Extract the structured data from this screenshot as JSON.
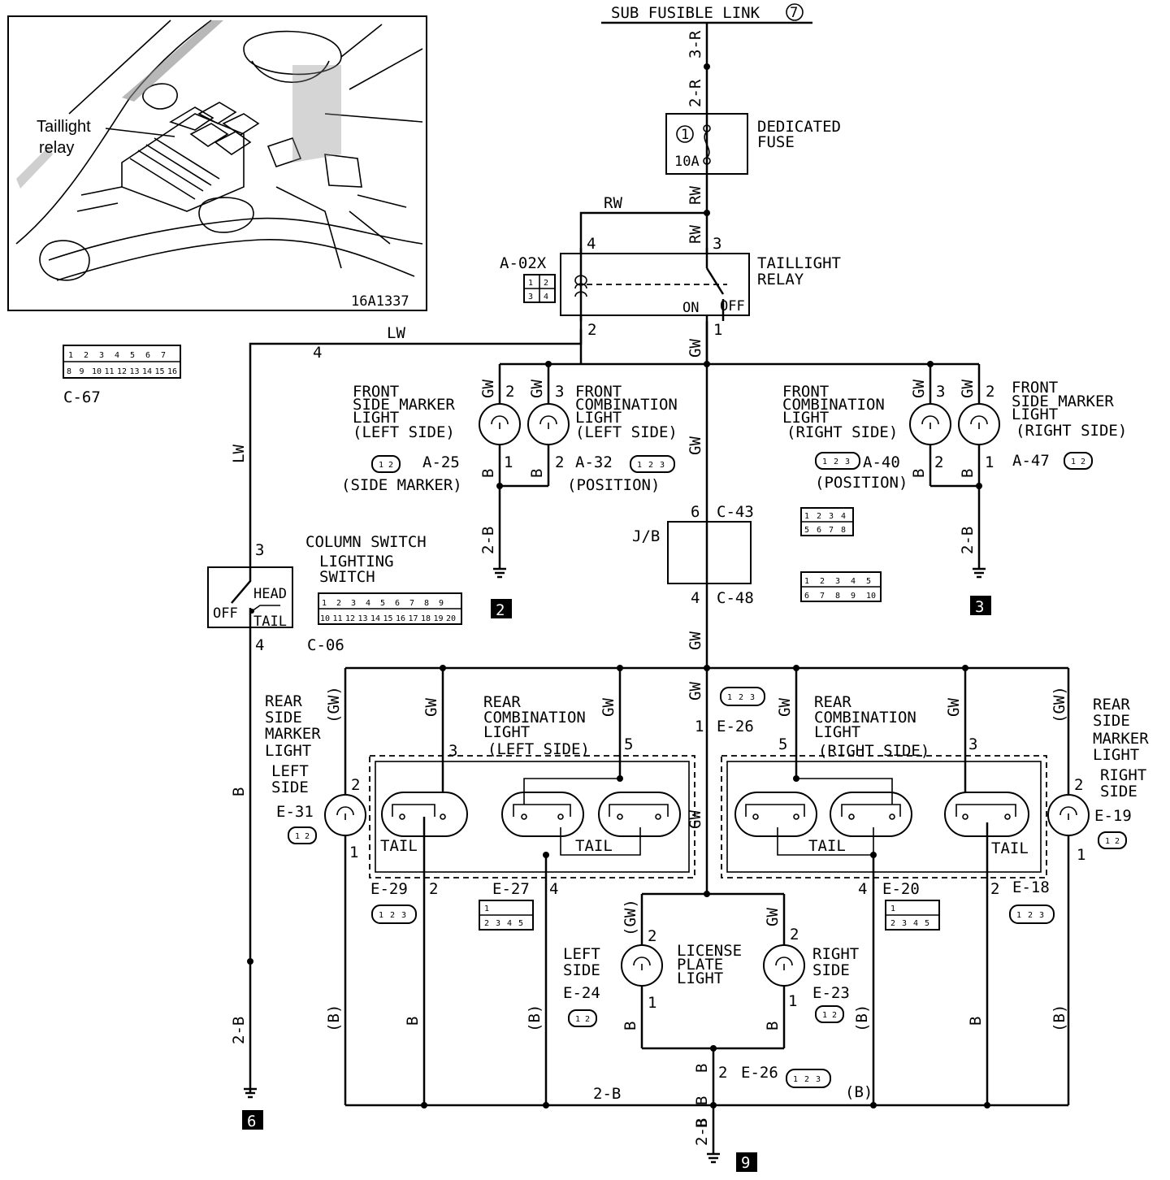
{
  "top_feed": {
    "label": "SUB FUSIBLE LINK",
    "number": "7",
    "wire1": "3-R",
    "wire2": "2-R"
  },
  "fuse": {
    "number": "1",
    "rating": "10A",
    "label_line1": "DEDICATED",
    "label_line2": "FUSE",
    "wire_out": "RW"
  },
  "relay": {
    "connector": "A-02X",
    "label_line1": "TAILLIGHT",
    "label_line2": "RELAY",
    "wire_top_left": "RW",
    "wire_top_right": "RW",
    "pin_tl": "4",
    "pin_tr": "3",
    "pin_bl": "2",
    "pin_br": "1",
    "on": "ON",
    "off": "OFF",
    "connector_pins": [
      "1",
      "2",
      "3",
      "4"
    ]
  },
  "inset": {
    "callout_line1": "Taillight",
    "callout_line2": "relay",
    "figure_id": "16A1337"
  },
  "c67": {
    "label": "C-67",
    "pins_row1": [
      "1",
      "2",
      "3",
      "4",
      "5",
      "6",
      "7"
    ],
    "pins_row2": [
      "8",
      "9",
      "10",
      "11",
      "12",
      "13",
      "14",
      "15",
      "16"
    ]
  },
  "lw_wire": {
    "label": "LW",
    "label_vertical": "LW",
    "pin": "4"
  },
  "column_switch": {
    "label_line1": "COLUMN SWITCH",
    "label_line2": "LIGHTING",
    "label_line3": "SWITCH",
    "connector": "C-06",
    "head": "HEAD",
    "tail": "TAIL",
    "off": "OFF",
    "pin_top": "3",
    "pin_bottom": "4",
    "wire_b": "B",
    "wire_2b": "2-B",
    "ground_no": "6",
    "pins_row1": [
      "1",
      "2",
      "3",
      "4",
      "5",
      "6",
      "7",
      "8",
      "9"
    ],
    "pins_row2": [
      "10",
      "11",
      "12",
      "13",
      "14",
      "15",
      "16",
      "17",
      "18",
      "19",
      "20"
    ]
  },
  "main_wire": {
    "gw1": "GW",
    "gw2": "GW",
    "gw3": "GW"
  },
  "front_left_marker": {
    "line1": "FRONT",
    "line2": "SIDE MARKER",
    "line3": "LIGHT",
    "line4": "(LEFT SIDE)",
    "connector": "A-25",
    "sub": "(SIDE MARKER)",
    "pin_top": "2",
    "pin_bottom": "1",
    "wire_top": "GW",
    "wire_bottom": "B",
    "pins": [
      "1",
      "2"
    ]
  },
  "front_left_comb": {
    "line1": "FRONT",
    "line2": "COMBINATION",
    "line3": "LIGHT",
    "line4": "(LEFT SIDE)",
    "connector": "A-32",
    "sub": "(POSITION)",
    "pin_top": "3",
    "pin_bottom": "2",
    "wire_top": "GW",
    "wire_bottom": "B",
    "pins": [
      "1",
      "2",
      "3"
    ]
  },
  "front_right_comb": {
    "line1": "FRONT",
    "line2": "COMBINATION",
    "line3": "LIGHT",
    "line4": "(RIGHT SIDE)",
    "connector": "A-40",
    "sub": "(POSITION)",
    "pin_top": "3",
    "pin_bottom": "2",
    "wire_top": "GW",
    "wire_bottom": "B",
    "pins": [
      "1",
      "2",
      "3"
    ]
  },
  "front_right_marker": {
    "line1": "FRONT",
    "line2": "SIDE MARKER",
    "line3": "LIGHT",
    "line4": "(RIGHT SIDE)",
    "connector": "A-47",
    "pin_top": "2",
    "pin_bottom": "1",
    "wire_top": "GW",
    "wire_bottom": "B",
    "pins": [
      "1",
      "2"
    ]
  },
  "ground_left": {
    "wire": "2-B",
    "number": "2"
  },
  "ground_right": {
    "wire": "2-B",
    "number": "3"
  },
  "jb": {
    "label": "J/B",
    "conn_top": "C-43",
    "conn_bottom": "C-48",
    "pin_top": "6",
    "pin_bottom": "4",
    "c43_pins": [
      "1",
      "2",
      "3",
      "4",
      "5",
      "6",
      "7",
      "8"
    ],
    "c48_pins": [
      "1",
      "2",
      "3",
      "4",
      "5",
      "6",
      "7",
      "8",
      "9",
      "10"
    ]
  },
  "e26_top": {
    "label": "E-26",
    "pin": "1",
    "pins": [
      "1",
      "2",
      "3"
    ]
  },
  "rear_left_marker": {
    "line1": "REAR",
    "line2": "SIDE",
    "line3": "MARKER",
    "line4": "LIGHT",
    "line5": "LEFT",
    "line6": "SIDE",
    "connector": "E-31",
    "pin_top": "2",
    "pin_bottom": "1",
    "wire_top": "(GW)",
    "wire_bottom": "(B)",
    "pins": [
      "1",
      "2"
    ]
  },
  "rear_left_comb": {
    "line1": "REAR",
    "line2": "COMBINATION",
    "line3": "LIGHT",
    "line4": "(LEFT SIDE)",
    "conn_a": "E-29",
    "conn_b": "E-27",
    "tail_a": "TAIL",
    "tail_b": "TAIL",
    "pin3": "3",
    "pin5": "5",
    "pin2": "2",
    "pin4": "4",
    "wire_gw1": "GW",
    "wire_gw2": "GW",
    "wire_b": "B",
    "wire_pb": "(B)",
    "e29_pins": [
      "1",
      "2",
      "3"
    ],
    "e27_pins": [
      "1",
      "2",
      "3",
      "4",
      "5"
    ]
  },
  "rear_right_comb": {
    "line1": "REAR",
    "line2": "COMBINATION",
    "line3": "LIGHT",
    "line4": "(RIGHT SIDE)",
    "conn_a": "E-20",
    "conn_b": "E-18",
    "tail_a": "TAIL",
    "tail_b": "TAIL",
    "pin5": "5",
    "pin3": "3",
    "pin4": "4",
    "pin2": "2",
    "wire_gw1": "GW",
    "wire_gw2": "GW",
    "wire_b": "B",
    "wire_pb": "(B)",
    "e20_pins": [
      "1",
      "2",
      "3",
      "4",
      "5"
    ],
    "e18_pins": [
      "1",
      "2",
      "3"
    ]
  },
  "rear_right_marker": {
    "line1": "REAR",
    "line2": "SIDE",
    "line3": "MARKER",
    "line4": "LIGHT",
    "line5": "RIGHT",
    "line6": "SIDE",
    "connector": "E-19",
    "pin_top": "2",
    "pin_bottom": "1",
    "wire_top": "(GW)",
    "wire_bottom": "(B)",
    "pins": [
      "1",
      "2"
    ]
  },
  "license": {
    "line1": "LICENSE",
    "line2": "PLATE",
    "line3": "LIGHT",
    "left_line1": "LEFT",
    "left_line2": "SIDE",
    "left_conn": "E-24",
    "right_line1": "RIGHT",
    "right_line2": "SIDE",
    "right_conn": "E-23",
    "pin_lt": "2",
    "pin_lb": "1",
    "pin_rt": "2",
    "pin_rb": "1",
    "wire_lt": "(GW)",
    "wire_rt": "GW",
    "wire_lb": "B",
    "wire_rb": "B",
    "e24_pins": [
      "1",
      "2"
    ],
    "e23_pins": [
      "1",
      "2"
    ]
  },
  "bottom": {
    "wire_2b": "2-B",
    "wire_pb": "(B)",
    "b1": "B",
    "b2": "B",
    "b3": "B",
    "e26": "E-26",
    "pin": "2",
    "ground_wire": "2-B",
    "ground_no": "9",
    "e26_pins": [
      "1",
      "2",
      "3"
    ]
  },
  "rear_wires": {
    "gw_center": "GW",
    "b_left": "(B)",
    "b_right": "(B)"
  }
}
